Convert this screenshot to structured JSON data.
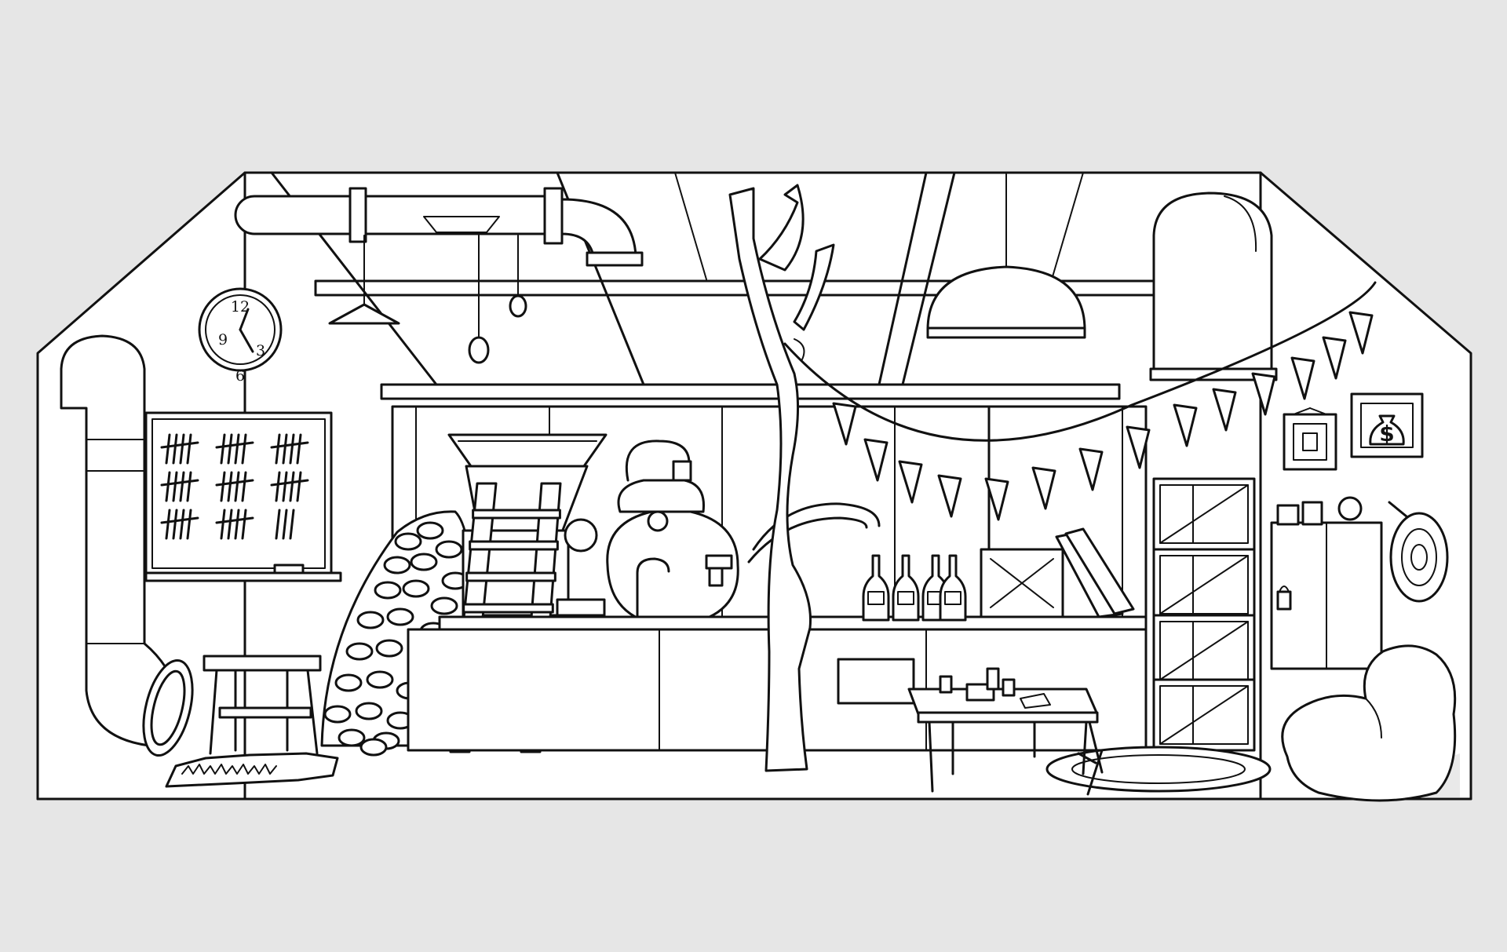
{
  "clock": {
    "numerals": {
      "top": "12",
      "right": "3",
      "bottom": "6",
      "left": "9"
    }
  },
  "money_bag_symbol": "$",
  "chalkboard": {
    "tally_groups": [
      5,
      5,
      5,
      5,
      5,
      5,
      5,
      5,
      3
    ]
  },
  "colors": {
    "background": "#e6e6e6",
    "line": "#111111",
    "fill": "#ffffff",
    "shade": "#e9e9e9"
  }
}
